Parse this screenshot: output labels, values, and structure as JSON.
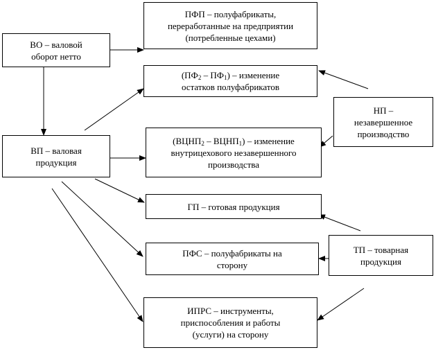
{
  "boxes": {
    "vo": {
      "lines": [
        "ВО – валовой",
        "оборот нетто"
      ]
    },
    "pfp": {
      "lines": [
        "ПФП – полуфабрикаты,",
        "переработанные на предприятии",
        "(потребленные цехами)"
      ]
    },
    "pf": {
      "line1_pre": "(ПФ",
      "line1_s1": "2",
      "line1_mid": " – ПФ",
      "line1_s2": "1",
      "line1_post": ") – изменение",
      "line2": "остатков полуфабрикатов"
    },
    "np": {
      "lines": [
        "НП –",
        "незавершенное",
        "производство"
      ]
    },
    "vp": {
      "lines": [
        "ВП – валовая",
        "продукция"
      ]
    },
    "vcnp": {
      "line1_pre": "(ВЦНП",
      "line1_s1": "2",
      "line1_mid": " – ВЦНП",
      "line1_s2": "1",
      "line1_post": ") – изменение",
      "line2": "внутрицехового незавершенного",
      "line3": "производства"
    },
    "gp": {
      "lines": [
        "ГП – готовая продукция"
      ]
    },
    "tp": {
      "lines": [
        "ТП – товарная",
        "продукция"
      ]
    },
    "pfs": {
      "lines": [
        "ПФС – полуфабрикаты на",
        "сторону"
      ]
    },
    "iprs": {
      "lines": [
        "ИПРС – инструменты,",
        "приспособления и работы",
        "(услуги) на сторону"
      ]
    }
  }
}
